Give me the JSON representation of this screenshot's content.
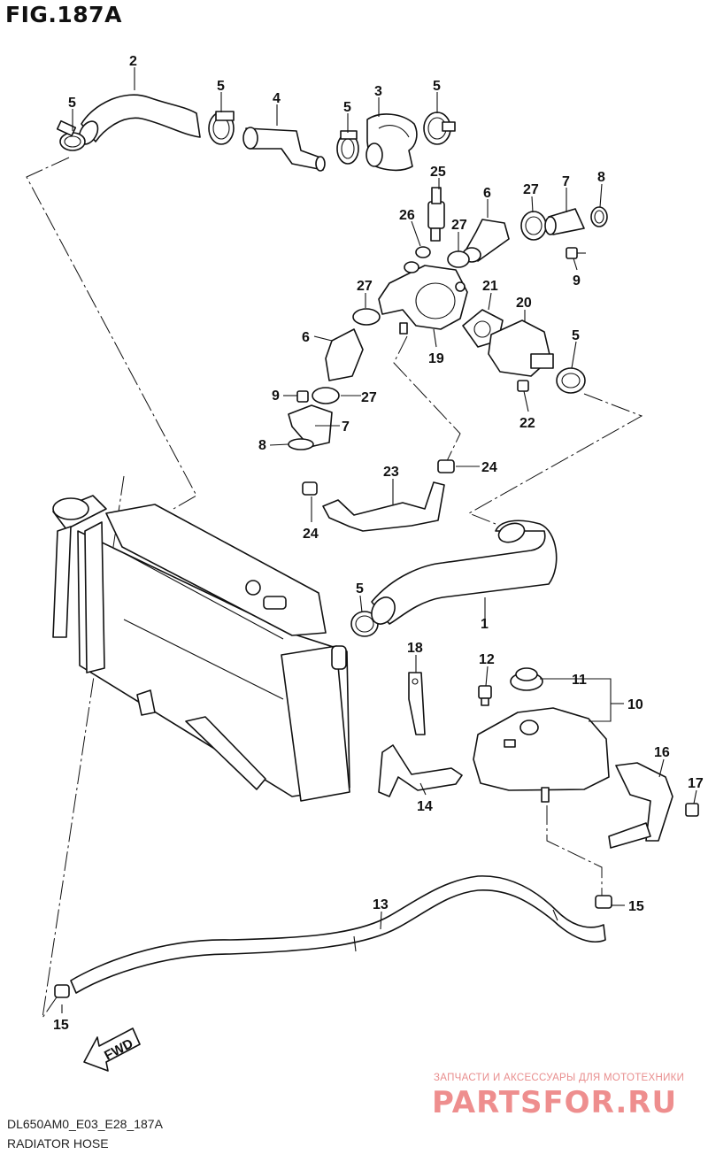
{
  "figure_title": "FIG.187A",
  "footer": {
    "code": "DL650AM0_E03_E28_187A",
    "caption": "RADIATOR HOSE"
  },
  "watermark": {
    "tagline": "ЗАПЧАСТИ И АКСЕССУАРЫ ДЛЯ МОТОТЕХНИКИ",
    "brand": "PARTSFOR.RU"
  },
  "fwd_label": "FWD",
  "callouts": [
    {
      "id": "c2",
      "text": "2"
    },
    {
      "id": "c5a",
      "text": "5"
    },
    {
      "id": "c5b",
      "text": "5"
    },
    {
      "id": "c4",
      "text": "4"
    },
    {
      "id": "c5c",
      "text": "5"
    },
    {
      "id": "c3",
      "text": "3"
    },
    {
      "id": "c5d",
      "text": "5"
    },
    {
      "id": "c25",
      "text": "25"
    },
    {
      "id": "c26",
      "text": "26"
    },
    {
      "id": "c27a",
      "text": "27"
    },
    {
      "id": "c6a",
      "text": "6"
    },
    {
      "id": "c27b",
      "text": "27"
    },
    {
      "id": "c7a",
      "text": "7"
    },
    {
      "id": "c8a",
      "text": "8"
    },
    {
      "id": "c9a",
      "text": "9"
    },
    {
      "id": "c27c",
      "text": "27"
    },
    {
      "id": "c21",
      "text": "21"
    },
    {
      "id": "c20",
      "text": "20"
    },
    {
      "id": "c6b",
      "text": "6"
    },
    {
      "id": "c5e",
      "text": "5"
    },
    {
      "id": "c19",
      "text": "19"
    },
    {
      "id": "c9b",
      "text": "9"
    },
    {
      "id": "c27d",
      "text": "27"
    },
    {
      "id": "c22",
      "text": "22"
    },
    {
      "id": "c7b",
      "text": "7"
    },
    {
      "id": "c8b",
      "text": "8"
    },
    {
      "id": "c24a",
      "text": "24"
    },
    {
      "id": "c23",
      "text": "23"
    },
    {
      "id": "c24b",
      "text": "24"
    },
    {
      "id": "c5f",
      "text": "5"
    },
    {
      "id": "c1",
      "text": "1"
    },
    {
      "id": "c18",
      "text": "18"
    },
    {
      "id": "c12",
      "text": "12"
    },
    {
      "id": "c11",
      "text": "11"
    },
    {
      "id": "c10",
      "text": "10"
    },
    {
      "id": "c16",
      "text": "16"
    },
    {
      "id": "c17",
      "text": "17"
    },
    {
      "id": "c14",
      "text": "14"
    },
    {
      "id": "c13",
      "text": "13"
    },
    {
      "id": "c15a",
      "text": "15"
    },
    {
      "id": "c15b",
      "text": "15"
    }
  ]
}
